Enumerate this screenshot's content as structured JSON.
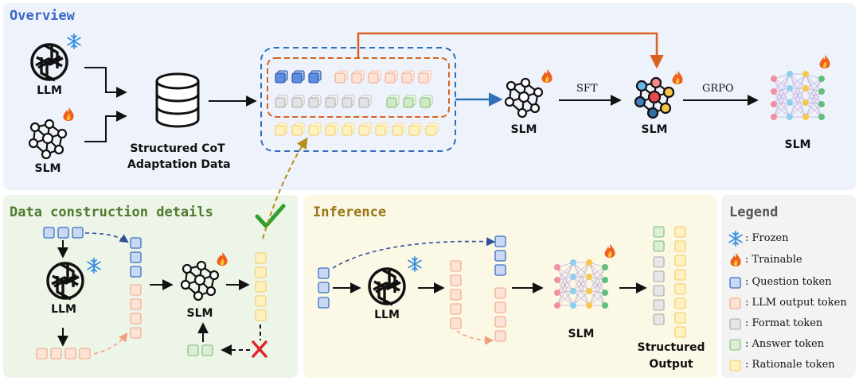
{
  "panels": {
    "overview": "Overview",
    "data_construction": "Data construction details",
    "inference": "Inference",
    "legend": "Legend"
  },
  "overview": {
    "llm": "LLM",
    "slm_left": "SLM",
    "data_line1": "Structured CoT",
    "data_line2": "Adaptation Data",
    "slm_mid": "SLM",
    "sft": "SFT",
    "slm_sft": "SLM",
    "grpo": "GRPO",
    "slm_final": "SLM"
  },
  "construction": {
    "llm": "LLM",
    "slm": "SLM"
  },
  "inference": {
    "llm": "LLM",
    "slm": "SLM",
    "output_line1": "Structured",
    "output_line2": "Output"
  },
  "legend": {
    "frozen": ": Frozen",
    "trainable": ": Trainable",
    "question": ": Question token",
    "llm_output": ": LLM output token",
    "format": ": Format token",
    "answer": ": Answer token",
    "rationale": ": Rationale token"
  },
  "colors": {
    "question": "#3a6fc4",
    "llm_output": "#f2a37f",
    "format": "#a8a8a8",
    "answer": "#7dbb73",
    "rationale": "#f0cf5a",
    "overview_bg": "#eef2fb",
    "construction_bg": "#edf4e8",
    "inference_bg": "#fcf8e6",
    "legend_bg": "#f3f3f3",
    "sft_arrow": "#d8621f",
    "data_arrow": "#2f6fba"
  }
}
